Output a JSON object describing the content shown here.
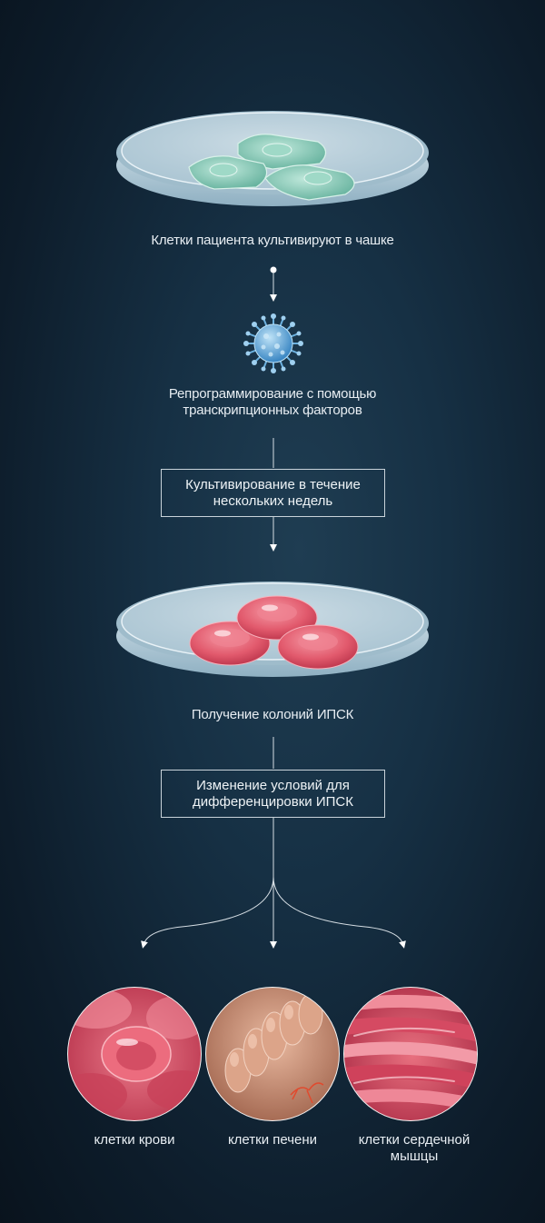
{
  "steps": {
    "step1": "Клетки пациента культивируют в чашке",
    "step2_line1": "Репрограммирование с помощью",
    "step2_line2": "транскрипционных факторов",
    "box1_line1": "Культивирование в течение",
    "box1_line2": "нескольких недель",
    "step3": "Получение колоний  ИПСК",
    "box2_line1": "Изменение условий для",
    "box2_line2": "дифференцировки ИПСК"
  },
  "outcomes": {
    "blood": "клетки крови",
    "liver": "клетки печени",
    "heart_line1": "клетки сердечной",
    "heart_line2": "мышцы"
  },
  "colors": {
    "background": "#142b3d",
    "dish": "#c9dbe6",
    "patient_cells": "#7fc3b0",
    "ipsc_cells": "#e0566a",
    "virus": "#3b8fc9",
    "text": "#e8eef3"
  }
}
